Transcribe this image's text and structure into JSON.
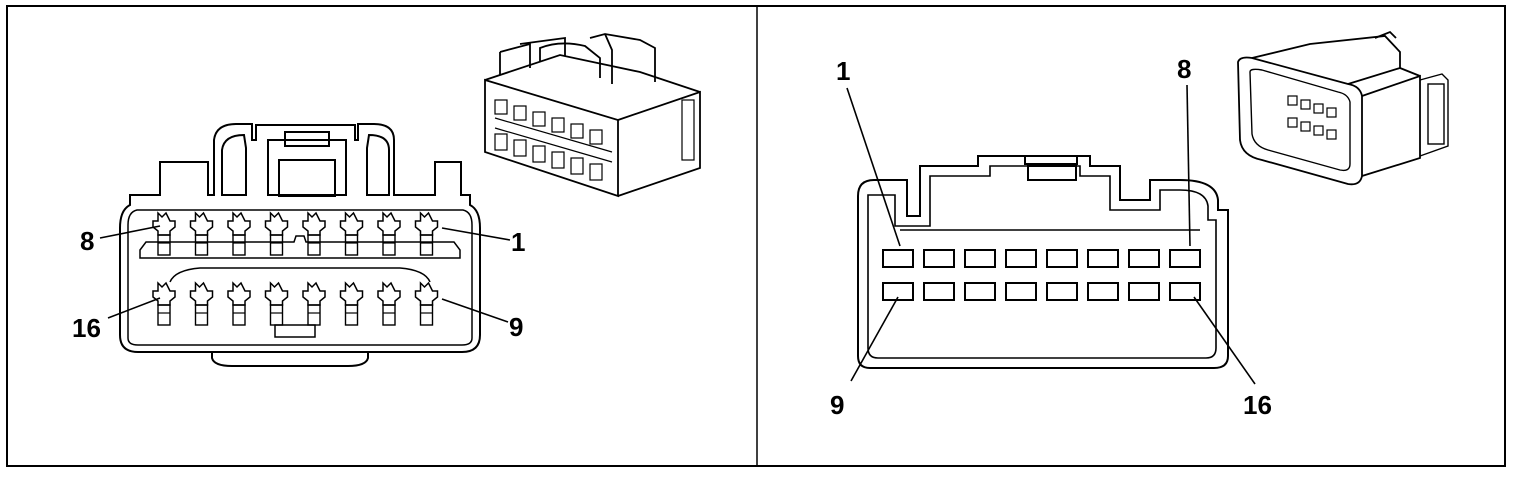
{
  "left_view": {
    "pin_labels": {
      "top_left": "8",
      "top_right": "1",
      "bottom_left": "16",
      "bottom_right": "9"
    }
  },
  "right_view": {
    "pin_labels": {
      "top_left": "1",
      "top_right": "8",
      "bottom_left": "9",
      "bottom_right": "16"
    }
  },
  "colors": {
    "line": "#000000",
    "background": "#ffffff"
  }
}
